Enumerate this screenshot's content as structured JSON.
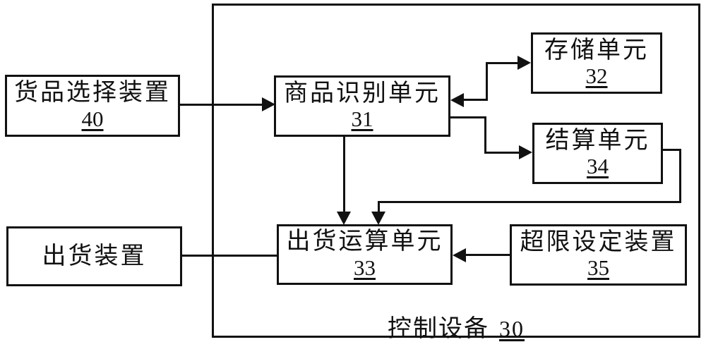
{
  "outer": {
    "label": "控制设备",
    "number": "30"
  },
  "nodes": {
    "goods_selection": {
      "label": "货品选择装置",
      "number": "40"
    },
    "shipping_device": {
      "label": "出货装置",
      "number": ""
    },
    "product_recognition": {
      "label": "商品识别单元",
      "number": "31"
    },
    "storage": {
      "label": "存储单元",
      "number": "32"
    },
    "settlement": {
      "label": "结算单元",
      "number": "34"
    },
    "shipping_calculation": {
      "label": "出货运算单元",
      "number": "33"
    },
    "overlimit_setting": {
      "label": "超限设定装置",
      "number": "35"
    }
  },
  "connections": [
    {
      "from": "goods_selection",
      "to": "product_recognition",
      "type": "arrow"
    },
    {
      "from": "product_recognition",
      "to": "storage",
      "type": "bidirectional-arrow"
    },
    {
      "from": "product_recognition",
      "to": "settlement",
      "type": "arrow"
    },
    {
      "from": "settlement",
      "to": "shipping_calculation",
      "type": "arrow"
    },
    {
      "from": "product_recognition",
      "to": "shipping_calculation",
      "type": "arrow"
    },
    {
      "from": "overlimit_setting",
      "to": "shipping_calculation",
      "type": "arrow"
    },
    {
      "from": "shipping_device",
      "to": "shipping_calculation",
      "type": "line"
    }
  ],
  "colors": {
    "line": "#111111",
    "background": "#ffffff"
  }
}
